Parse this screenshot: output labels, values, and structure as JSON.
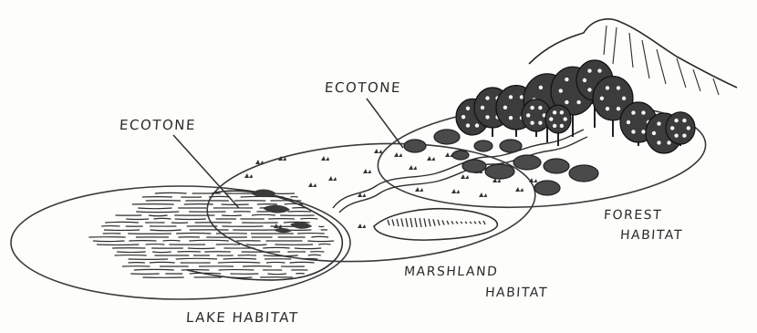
{
  "labels": {
    "ecotone_left": "ECOTONE",
    "ecotone_right": "ECOTONE",
    "lake_habitat": "LAKE HABITAT",
    "marshland_line1": "MARSHLAND",
    "marshland_line2": "HABITAT",
    "forest_line1": "FOREST",
    "forest_line2": "HABITAT"
  },
  "colors": {
    "ink": "#2b2b2b",
    "paper": "#fdfdfb"
  }
}
